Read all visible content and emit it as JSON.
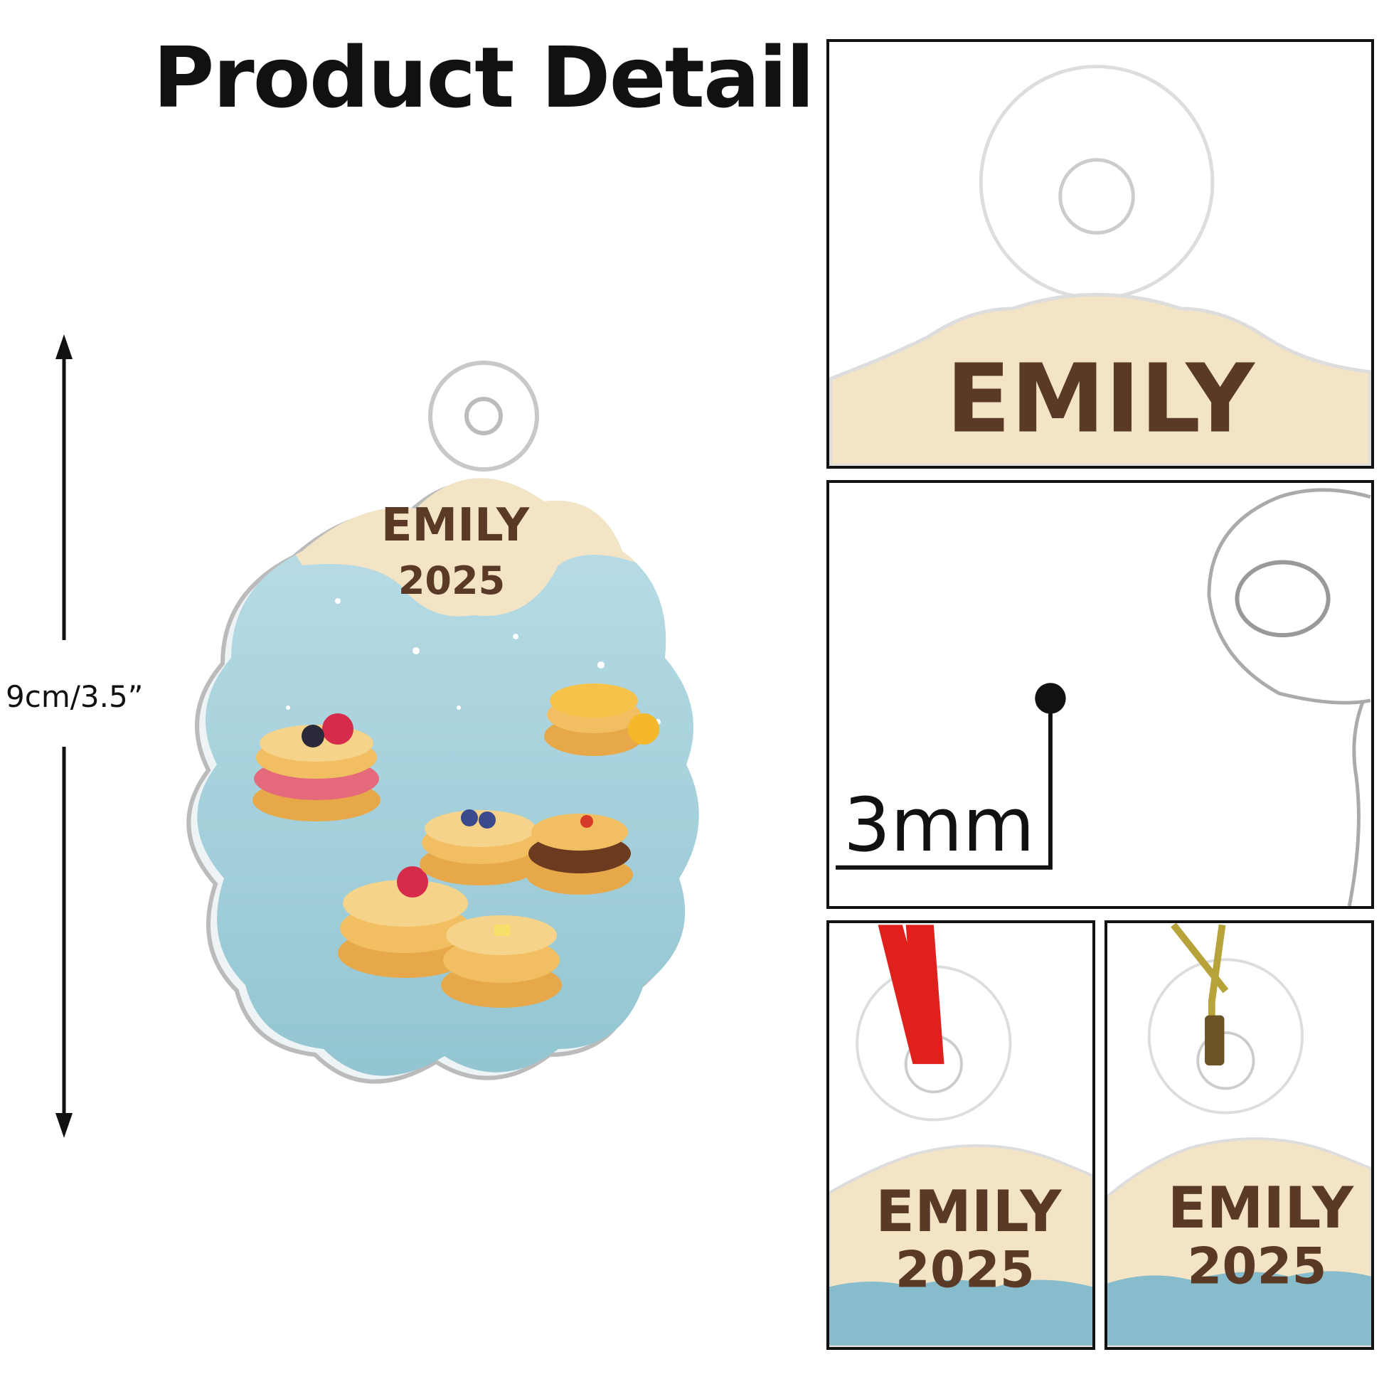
{
  "title": "Product Detail",
  "dimension": {
    "label": "9cm/3.5”"
  },
  "ornament": {
    "name": "EMILY",
    "year": "2025"
  },
  "panels": {
    "name_closeup": {
      "name": "EMILY"
    },
    "thickness": {
      "label": "3mm"
    },
    "ribbon_red": {
      "name": "EMILY",
      "year": "2025"
    },
    "string_gold": {
      "name": "EMILY",
      "year": "2025"
    }
  },
  "colors": {
    "sky": "#a9d6e0",
    "wood": "#f3e4c6",
    "engrave": "#5a3a26",
    "ribbon": "#e0201c",
    "string": "#b8a23a"
  }
}
